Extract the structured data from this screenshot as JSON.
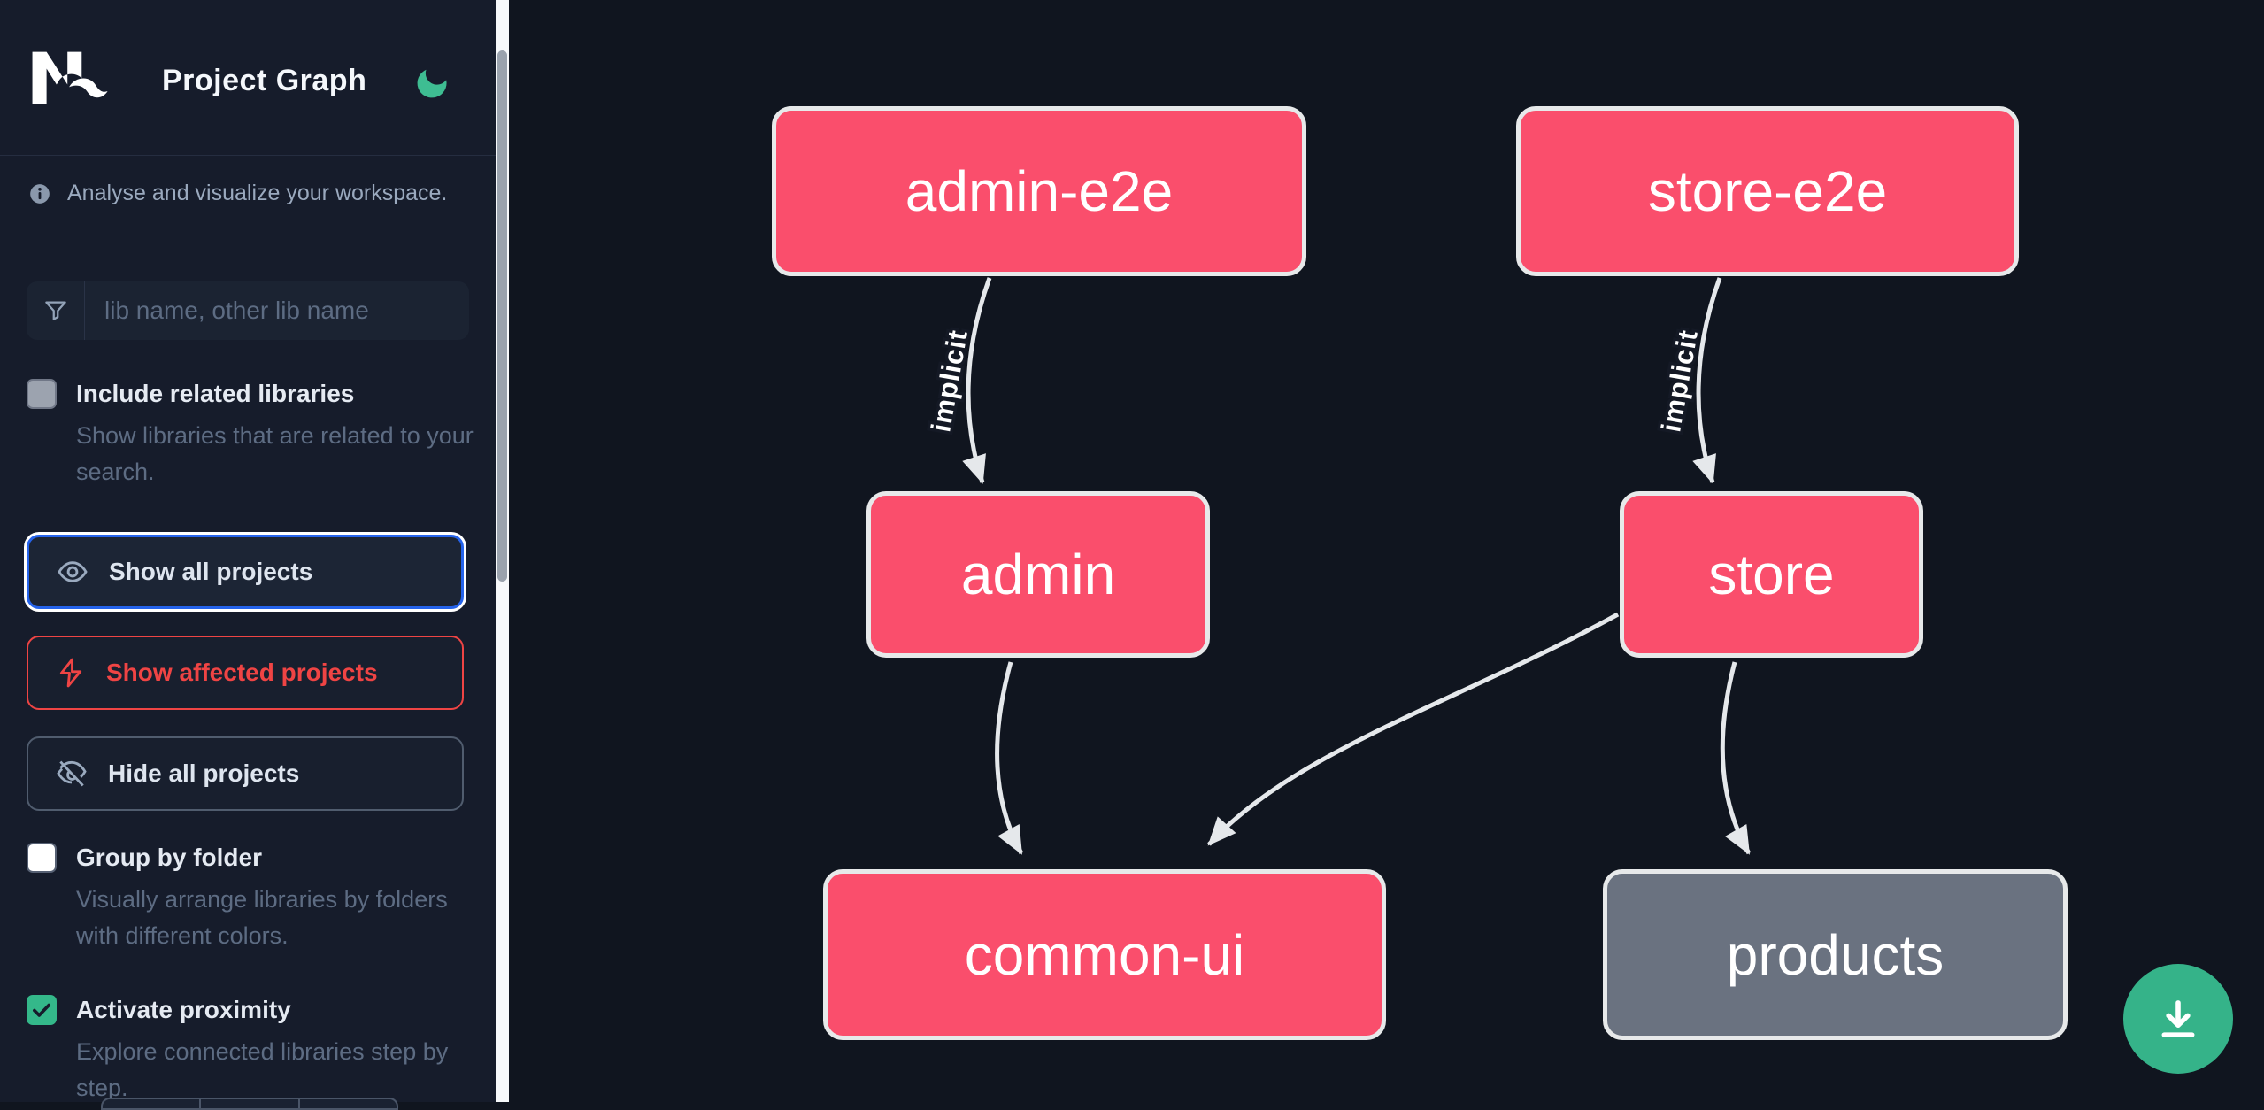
{
  "header": {
    "app_name": "Nx",
    "title": "Project Graph"
  },
  "sidebar": {
    "tagline": "Analyse and visualize your workspace.",
    "search": {
      "placeholder": "lib name, other lib name"
    },
    "toggles": [
      {
        "label": "Include related libraries",
        "description": "Show libraries that are related to your search.",
        "checked": false
      },
      {
        "label": "Group by folder",
        "description": "Visually arrange libraries by folders with different colors.",
        "checked": false
      },
      {
        "label": "Activate proximity",
        "description": "Explore connected libraries step by step.",
        "checked": true
      }
    ],
    "actions": [
      {
        "label": "Show all projects",
        "state": "focused"
      },
      {
        "label": "Show affected projects",
        "state": "affected"
      },
      {
        "label": "Hide all projects",
        "state": "default"
      }
    ]
  },
  "graph": {
    "nodes": [
      {
        "label": "admin-e2e",
        "kind": "app"
      },
      {
        "label": "store-e2e",
        "kind": "app"
      },
      {
        "label": "admin",
        "kind": "app"
      },
      {
        "label": "store",
        "kind": "app"
      },
      {
        "label": "common-ui",
        "kind": "app"
      },
      {
        "label": "products",
        "kind": "unfocused"
      }
    ],
    "edges": [
      {
        "from": "admin-e2e",
        "to": "admin",
        "label": "implicit"
      },
      {
        "from": "store-e2e",
        "to": "store",
        "label": "implicit"
      },
      {
        "from": "admin",
        "to": "common-ui",
        "label": ""
      },
      {
        "from": "store",
        "to": "common-ui",
        "label": ""
      },
      {
        "from": "store",
        "to": "products",
        "label": ""
      }
    ]
  },
  "fab": {
    "icon": "download-icon"
  },
  "colors": {
    "node_app": "#FA4E6C",
    "node_unfocused": "#6A7280",
    "node_border": "#E7E9EA",
    "edge": "#E5E8EB",
    "focus_border": "#2563EB",
    "affected_red": "#EF4444",
    "proximity_green": "#34B88A",
    "fab_green": "#35B389",
    "moon_green": "#3EBD92",
    "sidebar_bg": "#161C2B",
    "canvas_bg": "#10151F"
  }
}
